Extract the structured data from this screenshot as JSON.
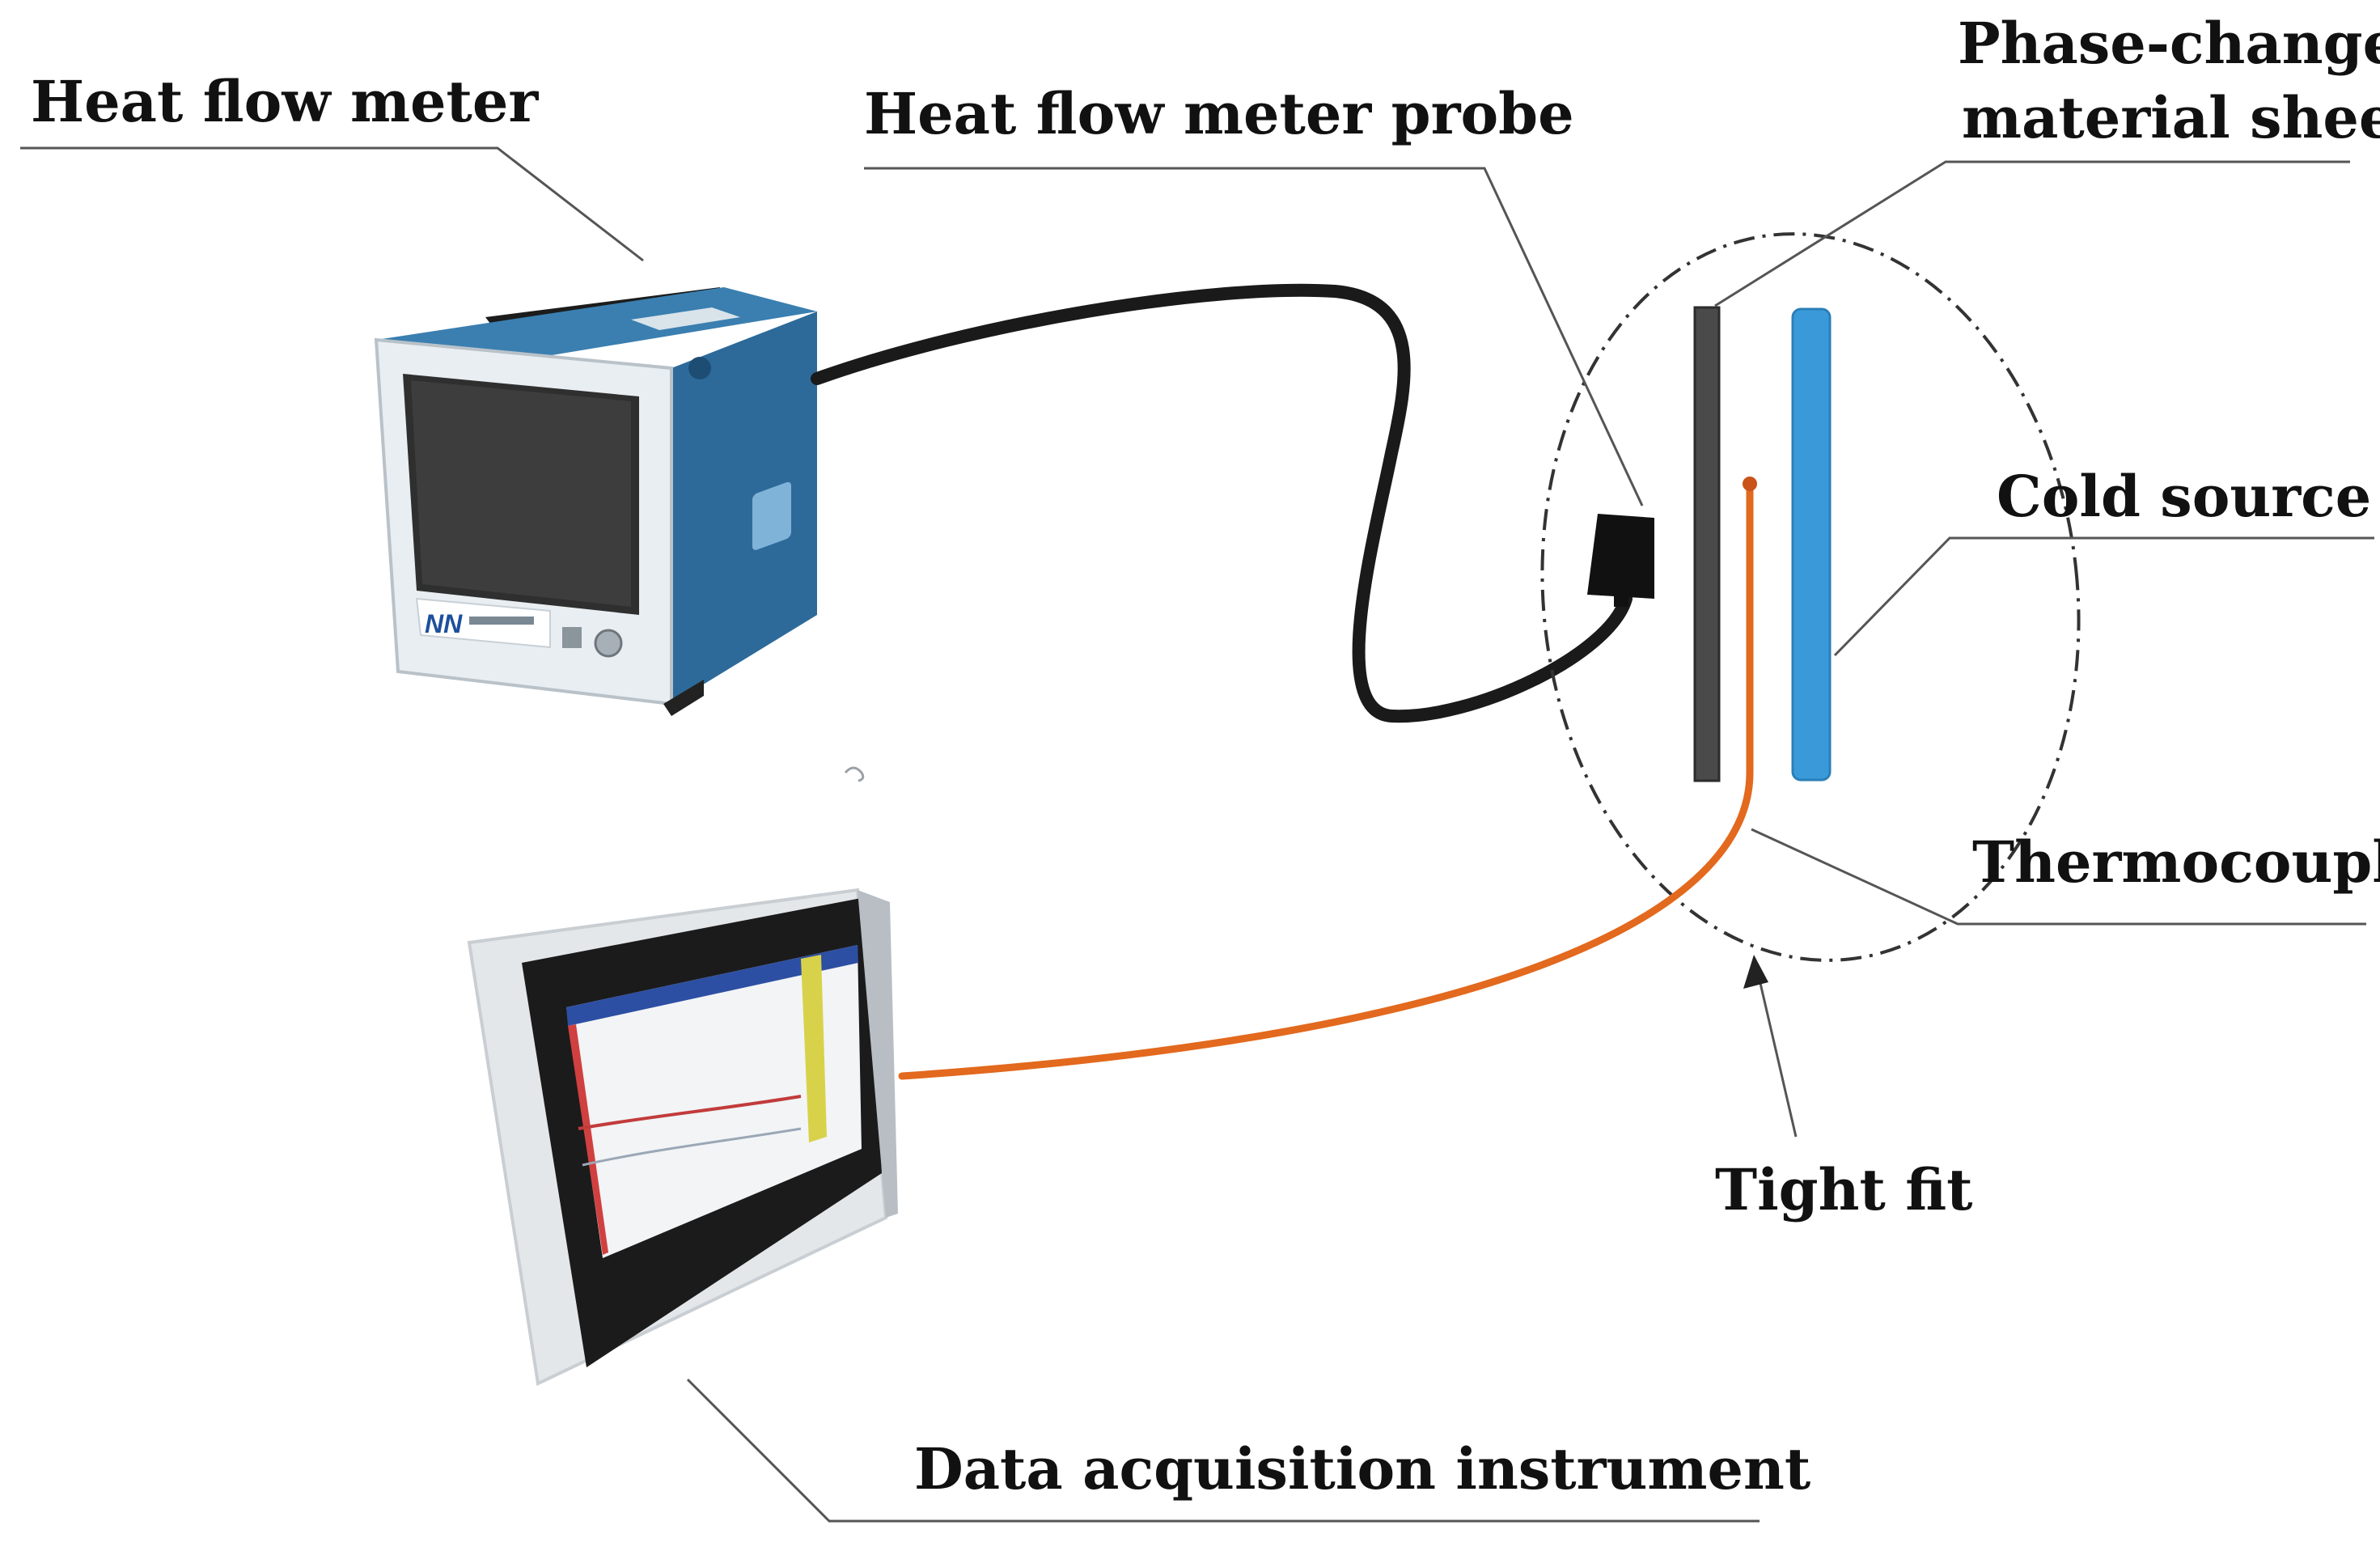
{
  "labels": {
    "heat_flow_meter": "Heat flow meter",
    "probe": "Heat flow meter probe",
    "pcm_line1": "Phase-change",
    "pcm_line2": "material sheet",
    "cold_source": "Cold source",
    "thermocouple": "Thermocouple",
    "tight_fit": "Tight fit",
    "daq": "Data acquisition instrument"
  },
  "device_brand": "NN",
  "colors": {
    "label_text": "#111111",
    "leader_line": "#555555",
    "device_blue": "#2f6f9f",
    "cable": "#1a1a1a",
    "thermocouple_wire": "#e2691e",
    "pcm_sheet": "#4a4a4a",
    "cold_source": "#3a9ad9",
    "dashed_ellipse": "#333333",
    "daq_chart_line": "#c23b3b",
    "daq_screen_header": "#2d4fa3",
    "daq_side_panel": "#d8d24a"
  }
}
